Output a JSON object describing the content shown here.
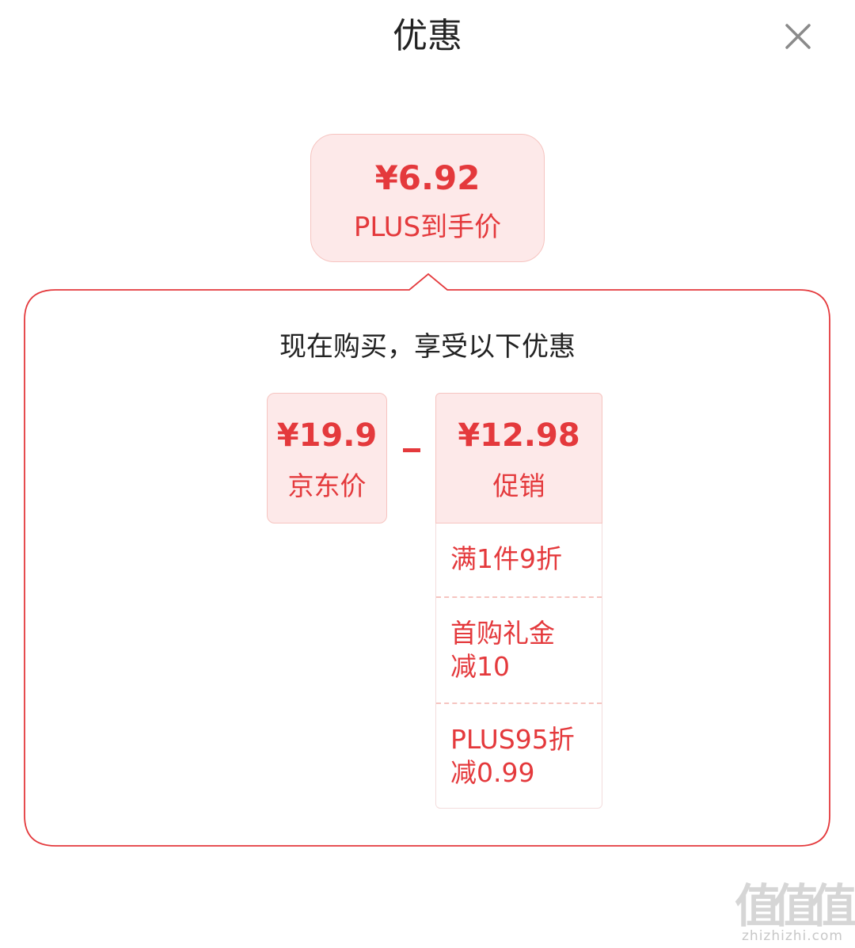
{
  "header": {
    "title": "优惠",
    "close_icon": "close-icon"
  },
  "final_price": {
    "value": "¥6.92",
    "label": "PLUS到手价"
  },
  "panel": {
    "subtitle": "现在购买，享受以下优惠",
    "jd_price": {
      "value": "¥19.9",
      "label": "京东价"
    },
    "operator": "minus",
    "promotion": {
      "value": "¥12.98",
      "label": "促销"
    },
    "promotion_items": [
      "满1件9折",
      "首购礼金\n减10",
      "PLUS95折\n减0.99"
    ]
  },
  "watermark": {
    "glyphs": [
      "值",
      "值",
      "值"
    ],
    "domain": "zhizhizhi.com"
  },
  "colors": {
    "accent": "#e4393c",
    "card_bg": "#fde9e9",
    "card_border": "#f6c4c0",
    "text": "#222222"
  }
}
